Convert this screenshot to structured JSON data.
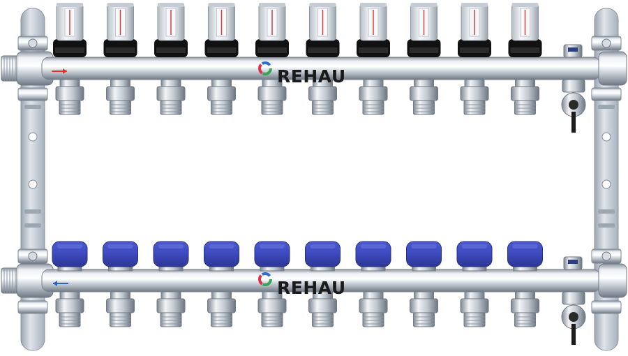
{
  "brand": {
    "name": "REHAU"
  },
  "supply_manifold": {
    "loops": 10,
    "flow_arrow_color": "#e0322b",
    "top_fitting": "flowmeter",
    "bottom_fitting": "hex-nut-outlet"
  },
  "return_manifold": {
    "loops": 10,
    "flow_arrow_color": "#2e62c9",
    "top_fitting": "blue-valve-cap",
    "bottom_fitting": "hex-nut-outlet"
  },
  "colors": {
    "valve_cap": "#3f4cc2",
    "flowmeter_collar": "#111111",
    "bracket": "#b8c2cd",
    "logo_green": "#3aa35a",
    "logo_red": "#d9334b",
    "logo_blue": "#2f6fd0"
  }
}
